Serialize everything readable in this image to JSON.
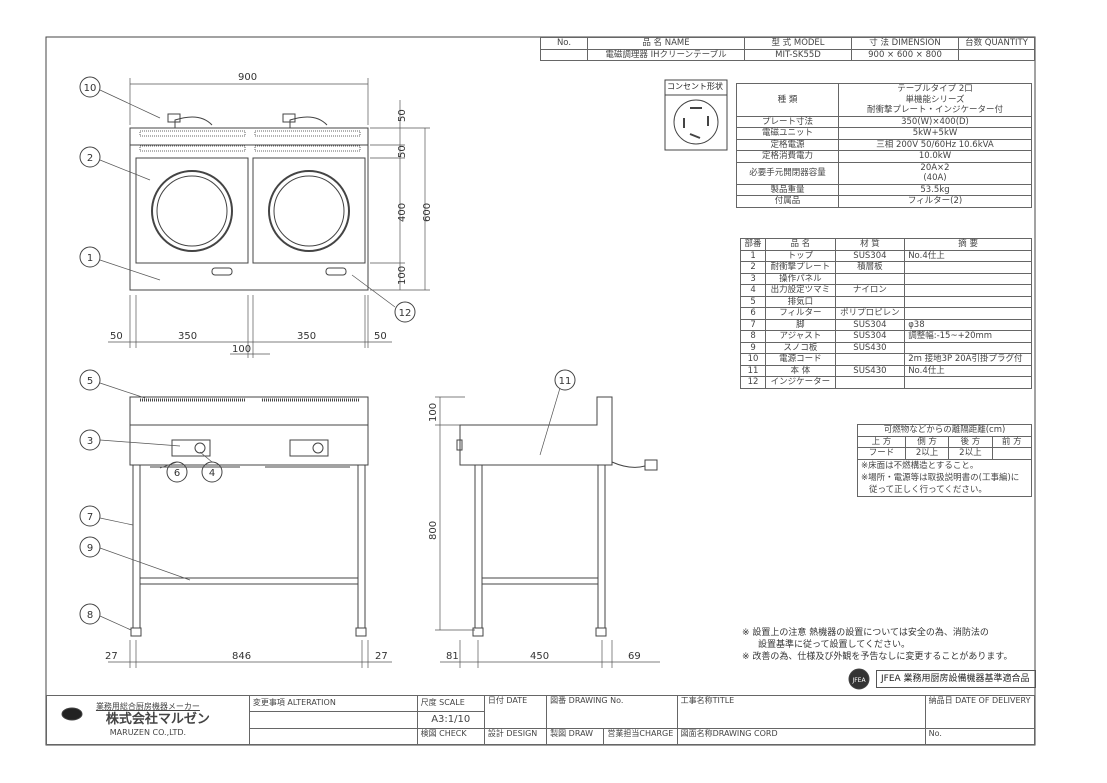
{
  "header": {
    "no_label": "No.",
    "name_label": "品 名 NAME",
    "model_label": "型 式 MODEL",
    "dimension_label": "寸 法 DIMENSION",
    "quantity_label": "台数 QUANTITY",
    "name": "電磁調理器 IHクリーンテーブル",
    "model": "MIT-SK55D",
    "dimension": "900 × 600 × 800",
    "no": "",
    "quantity": ""
  },
  "outlet": {
    "label": "コンセント形状"
  },
  "specs": [
    {
      "label": "種 類",
      "value": "テーブルタイプ 2口\n単機能シリーズ\n耐衝撃プレート・インジケーター付"
    },
    {
      "label": "プレート寸法",
      "value": "350(W)×400(D)"
    },
    {
      "label": "電磁ユニット",
      "value": "5kW+5kW"
    },
    {
      "label": "定格電源",
      "value": "三相 200V 50/60Hz 10.6kVA"
    },
    {
      "label": "定格消費電力",
      "value": "10.0kW"
    },
    {
      "label": "必要手元開閉器容量",
      "value": "20A×2\n(40A)"
    },
    {
      "label": "製品重量",
      "value": "53.5kg"
    },
    {
      "label": "付属品",
      "value": "フィルター(2)"
    }
  ],
  "parts": {
    "headers": [
      "部番",
      "品 名",
      "材 質",
      "摘 要"
    ],
    "rows": [
      [
        "1",
        "トップ",
        "SUS304",
        "No.4仕上"
      ],
      [
        "2",
        "耐衝撃プレート",
        "積層板",
        ""
      ],
      [
        "3",
        "操作パネル",
        "",
        ""
      ],
      [
        "4",
        "出力設定ツマミ",
        "ナイロン",
        ""
      ],
      [
        "5",
        "排気口",
        "",
        ""
      ],
      [
        "6",
        "フィルター",
        "ポリプロピレン",
        ""
      ],
      [
        "7",
        "脚",
        "SUS304",
        "φ38"
      ],
      [
        "8",
        "アジャスト",
        "SUS304",
        "調整幅:-15~+20mm"
      ],
      [
        "9",
        "スノコ板",
        "SUS430",
        ""
      ],
      [
        "10",
        "電源コード",
        "",
        "2m 接地3P 20A引掛プラグ付"
      ],
      [
        "11",
        "本 体",
        "SUS430",
        "No.4仕上"
      ],
      [
        "12",
        "インジケーター",
        "",
        ""
      ]
    ]
  },
  "clearance": {
    "title": "可燃物などからの離隔距離(cm)",
    "headers": [
      "上 方",
      "側 方",
      "後 方",
      "前 方"
    ],
    "values": [
      "フード",
      "2以上",
      "2以上",
      ""
    ],
    "notes": [
      "※床面は不燃構造とすること。",
      "※場所・電源等は取扱説明書の(工事編)に",
      "従って正しく行ってください。"
    ]
  },
  "notes": [
    "※ 設置上の注意 熱機器の設置については安全の為、消防法の",
    "設置基準に従って設置してください。",
    "※ 改善の為、仕様及び外観を予告なしに変更することがあります。"
  ],
  "jfea": {
    "logo": "JFEA",
    "label": "JFEA 業務用厨房設備機器基準適合品"
  },
  "dims": {
    "top_width": "900",
    "d50a": "50",
    "d50b": "50",
    "d400": "400",
    "d100": "100",
    "d600": "600",
    "b50l": "50",
    "b350l": "350",
    "b350r": "350",
    "b50r": "50",
    "b100": "100",
    "f27l": "27",
    "f846": "846",
    "f27r": "27",
    "s100": "100",
    "s800": "800",
    "s81": "81",
    "s450": "450",
    "s69": "69"
  },
  "callouts": [
    "1",
    "2",
    "3",
    "4",
    "5",
    "6",
    "7",
    "8",
    "9",
    "10",
    "11",
    "12"
  ],
  "titleblock": {
    "maker_caption": "業務用総合厨房機器メーカー",
    "company": "株式会社マルゼン",
    "company_en": "MARUZEN CO.,LTD.",
    "alteration": "変更事項 ALTERATION",
    "scale_label": "尺度 SCALE",
    "scale": "A3:1/10",
    "date": "日付 DATE",
    "drawing_no": "図番 DRAWING No.",
    "title": "工事名称TITLE",
    "delivery": "納品日 DATE OF DELIVERY",
    "check": "検図 CHECK",
    "design": "設計 DESIGN",
    "draw": "製図 DRAW",
    "charge": "営業担当CHARGE",
    "drawing_cord": "図面名称DRAWING CORD",
    "no": "No."
  }
}
